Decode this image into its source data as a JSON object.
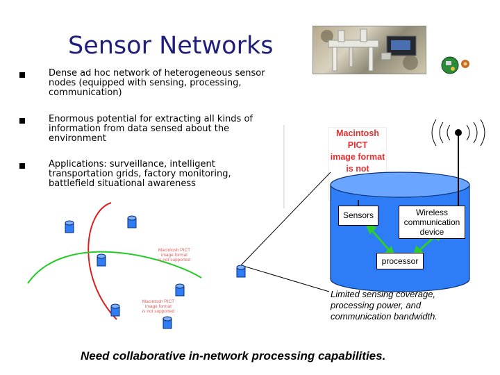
{
  "slide": {
    "title": "Sensor Networks",
    "bullets": [
      "Dense ad hoc network of heterogeneous sensor\nnodes (equipped with sensing, processing,\ncommunication)",
      "Enormous potential for extracting all kinds of\ninformation from data sensed about the\nenvironment",
      "Applications: surveillance, intelligent\ntransportation grids, factory monitoring,\nbattlefield situational awareness"
    ],
    "pict_notice_large": "Macintosh PICT\nimage format\nis not supported",
    "pict_notice_small_1": "Macintosh PICT\nimage format\nis not supported",
    "pict_notice_small_2": "Macintosh PICT\nimage format\nis not supported",
    "node_diagram": {
      "sensors_label": "Sensors",
      "wireless_label": "Wireless\ncommunication\ndevice",
      "processor_label": "processor",
      "caption": "Limited sensing coverage, processing power, and communication bandwidth."
    },
    "conclusion": "Need collaborative in-network processing capabilities.",
    "colors": {
      "title": "#1f1f7a",
      "node_blue": "#2e7cf6",
      "track_green": "#22cc22",
      "track_red": "#d92020",
      "arrow_green": "#2ecc2e",
      "pict_red": "#e52f2f"
    }
  }
}
